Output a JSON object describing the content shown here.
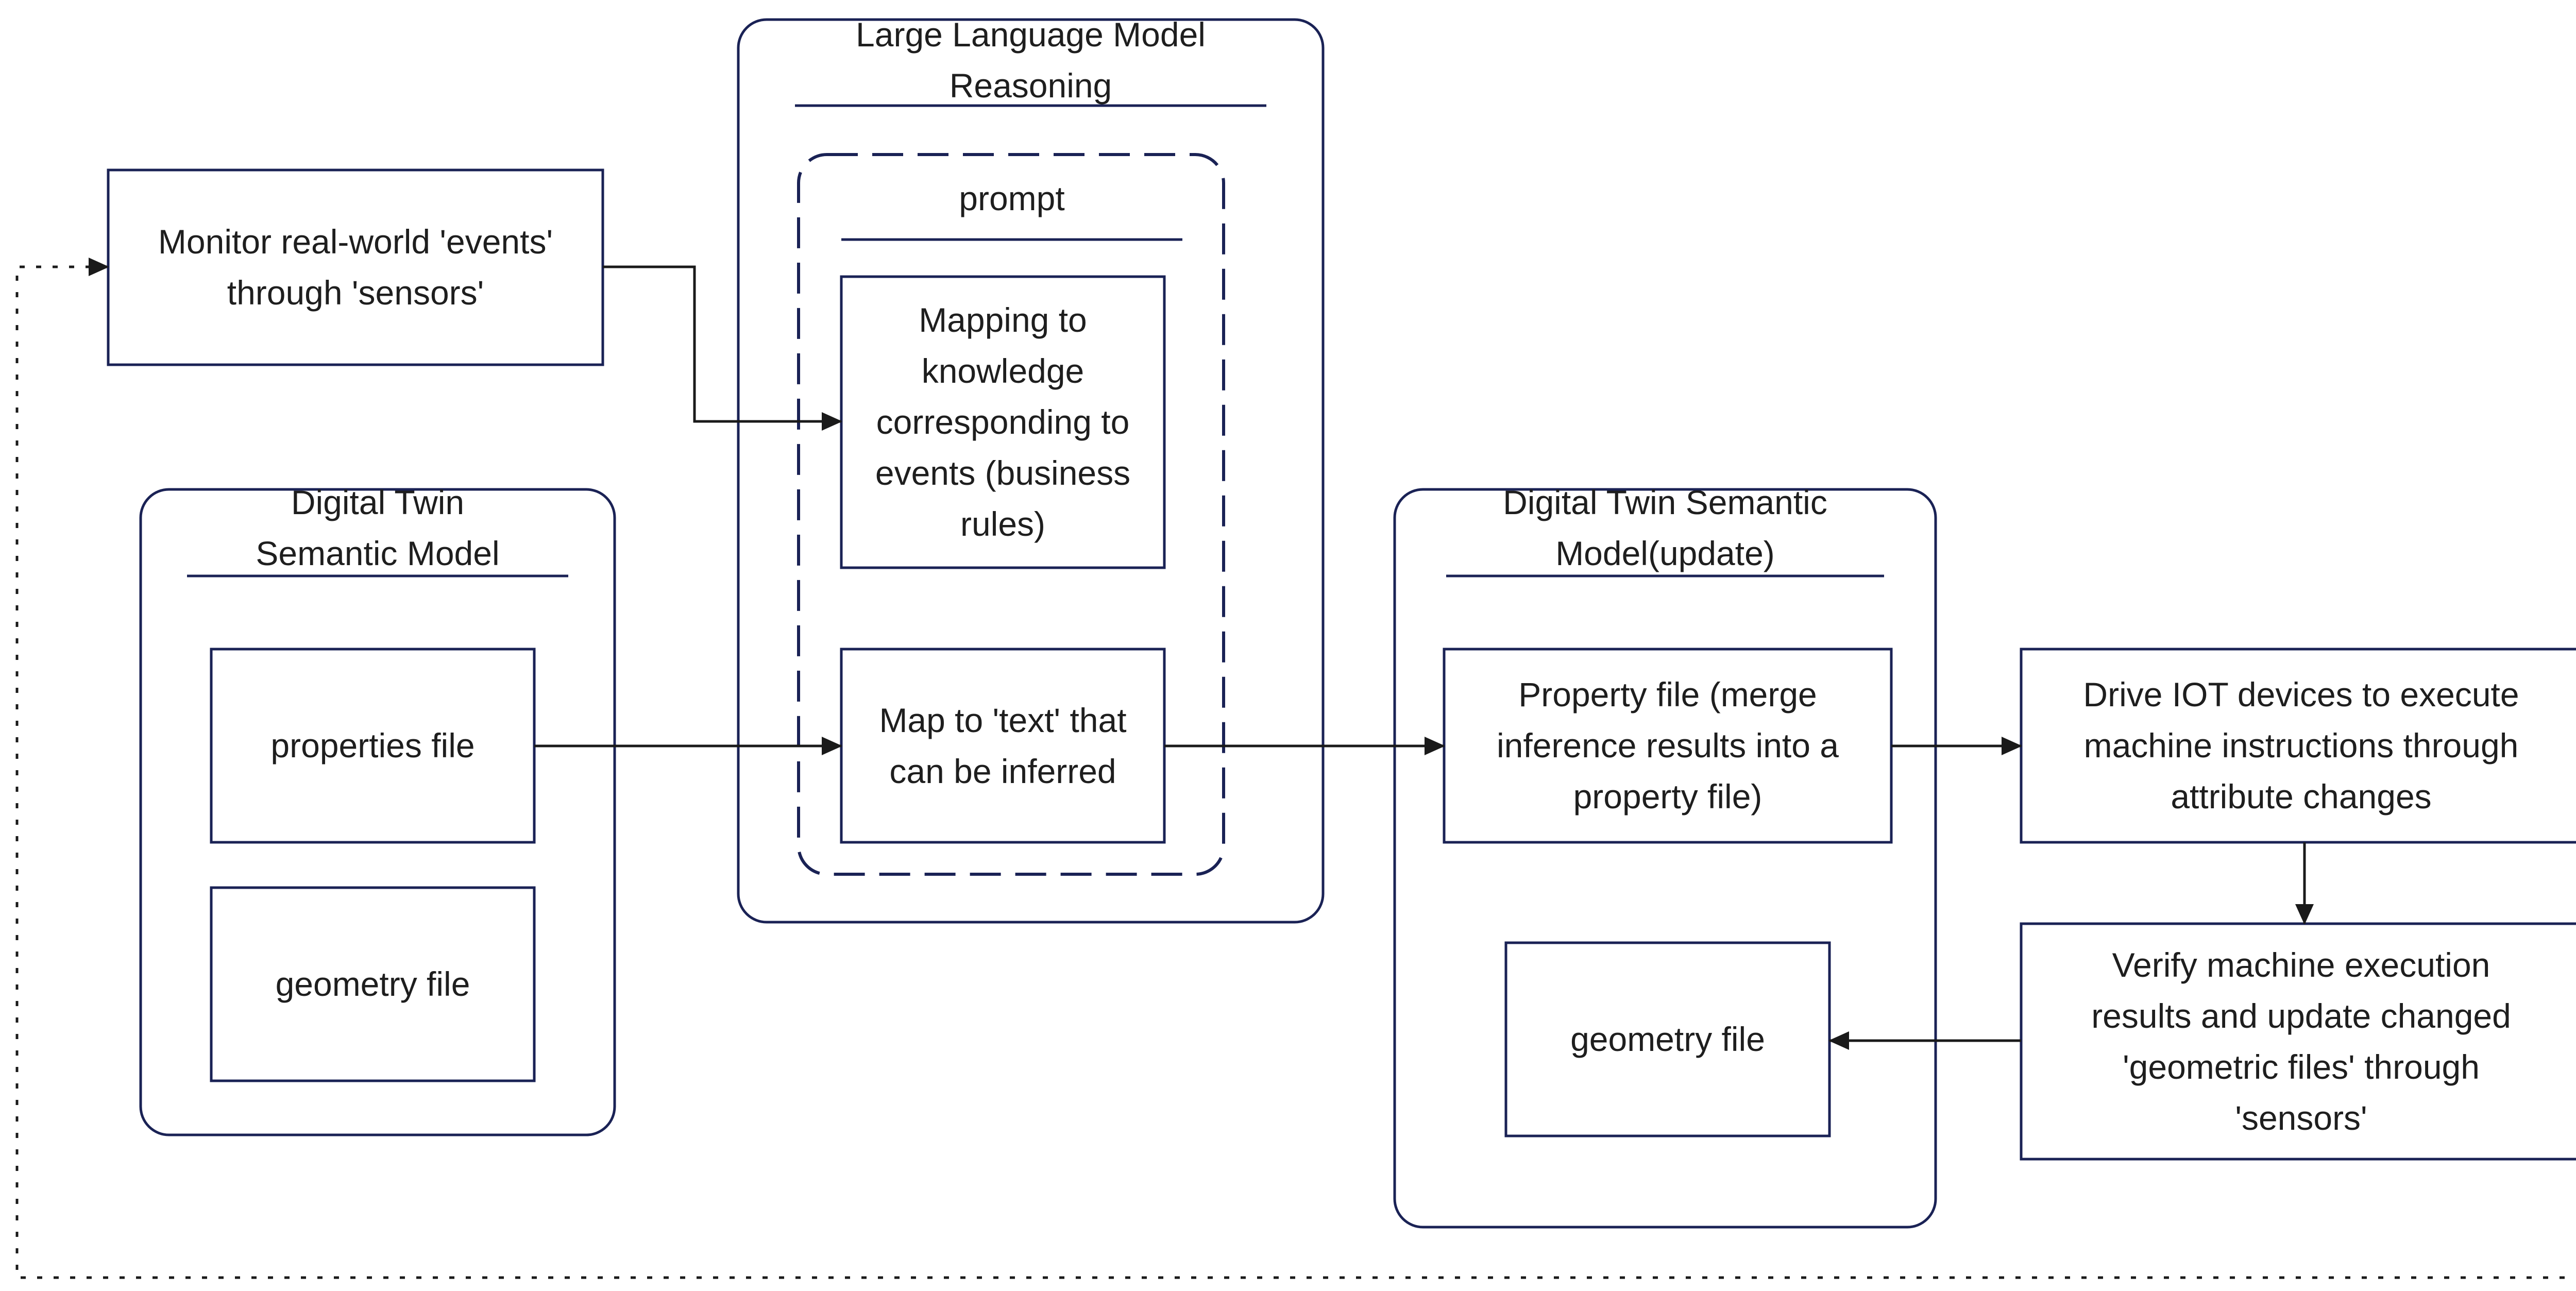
{
  "colors": {
    "stroke": "#1a2255",
    "text": "#1e1e1e",
    "background": "#ffffff"
  },
  "containers": {
    "llm": {
      "title_line1": "Large Language Model",
      "title_line2": "Reasoning"
    },
    "prompt": {
      "title": "prompt"
    },
    "dt_model": {
      "title_line1": "Digital Twin",
      "title_line2": "Semantic Model"
    },
    "dt_update": {
      "title_line1": "Digital Twin Semantic",
      "title_line2": "Model(update)"
    }
  },
  "nodes": {
    "monitor": {
      "line1": "Monitor real-world 'events'",
      "line2": "through 'sensors'"
    },
    "mapping": {
      "line1": "Mapping to",
      "line2": "knowledge",
      "line3": "corresponding to",
      "line4": "events (business",
      "line5": "rules)"
    },
    "map_text": {
      "line1": "Map to 'text' that",
      "line2": "can be inferred"
    },
    "properties": {
      "label": "properties file"
    },
    "geometry": {
      "label": "geometry file"
    },
    "property_update": {
      "line1": "Property file (merge",
      "line2": "inference results into a",
      "line3": "property file)"
    },
    "geometry_update": {
      "label": "geometry file"
    },
    "drive_iot": {
      "line1": "Drive IOT devices to execute",
      "line2": "machine instructions through",
      "line3": "attribute changes"
    },
    "verify": {
      "line1": "Verify machine execution",
      "line2": "results and update changed",
      "line3": "'geometric files' through",
      "line4": "'sensors'"
    }
  }
}
